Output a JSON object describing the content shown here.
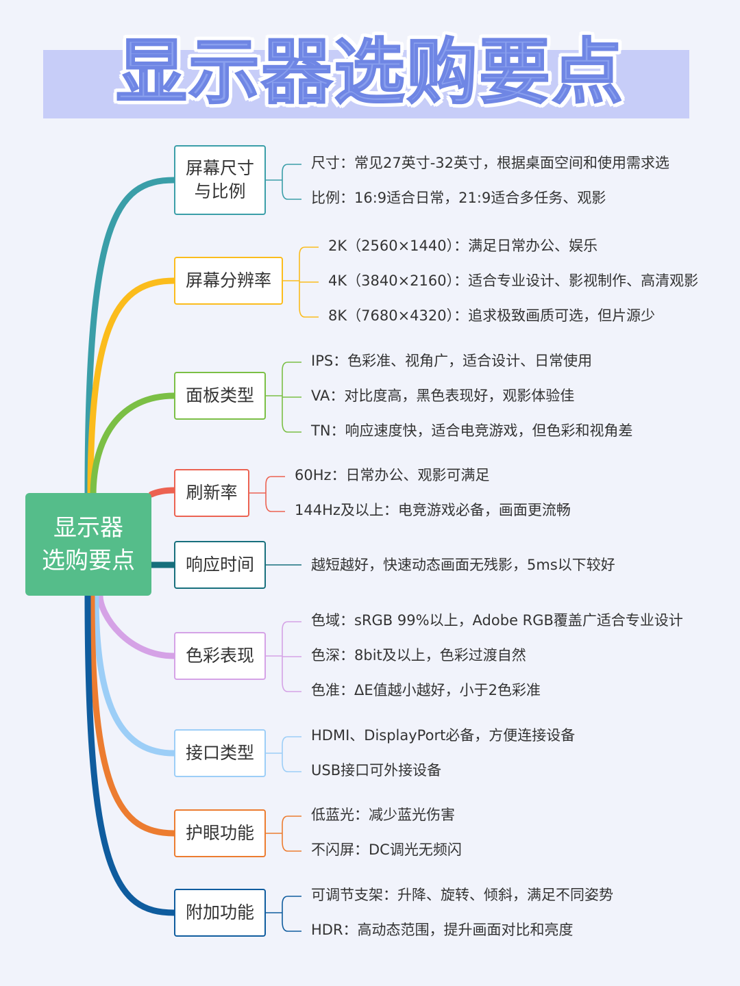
{
  "title": "显示器选购要点",
  "root": {
    "line1": "显示器",
    "line2": "选购要点",
    "color": "#55bd8a"
  },
  "branches": [
    {
      "label1": "屏幕尺寸",
      "label2": "与比例",
      "color": "#3a9ea8",
      "items": [
        "尺寸：常见27英寸-32英寸，根据桌面空间和使用需求选",
        "比例：16:9适合日常，21:9适合多任务、观影"
      ]
    },
    {
      "label1": "屏幕分辨率",
      "label2": "",
      "color": "#fbbc1c",
      "items": [
        "2K（2560×1440）：满足日常办公、娱乐",
        "4K（3840×2160）：适合专业设计、影视制作、高清观影",
        "8K（7680×4320）：追求极致画质可选，但片源少"
      ]
    },
    {
      "label1": "面板类型",
      "label2": "",
      "color": "#7bbf45",
      "items": [
        "IPS：色彩准、视角广，适合设计、日常使用",
        "VA：对比度高，黑色表现好，观影体验佳",
        "TN：响应速度快，适合电竞游戏，但色彩和视角差"
      ]
    },
    {
      "label1": "刷新率",
      "label2": "",
      "color": "#ec6251",
      "items": [
        "60Hz：日常办公、观影可满足",
        "144Hz及以上：电竞游戏必备，画面更流畅"
      ]
    },
    {
      "label1": "响应时间",
      "label2": "",
      "color": "#176f7c",
      "items": [
        "越短越好，快速动态画面无残影，5ms以下较好"
      ]
    },
    {
      "label1": "色彩表现",
      "label2": "",
      "color": "#d5a2e6",
      "items": [
        "色域：sRGB 99%以上，Adobe RGB覆盖广适合专业设计",
        "色深：8bit及以上，色彩过渡自然",
        "色准：ΔE值越小越好，小于2色彩准"
      ]
    },
    {
      "label1": "接口类型",
      "label2": "",
      "color": "#9ccef7",
      "items": [
        "HDMI、DisplayPort必备，方便连接设备",
        "USB接口可外接设备"
      ]
    },
    {
      "label1": "护眼功能",
      "label2": "",
      "color": "#ec7c30",
      "items": [
        "低蓝光：减少蓝光伤害",
        "不闪屏：DC调光无频闪"
      ]
    },
    {
      "label1": "附加功能",
      "label2": "",
      "color": "#0f5c9e",
      "items": [
        "可调节支架：升降、旋转、倾斜，满足不同姿势",
        "HDR：高动态范围，提升画面对比和亮度"
      ]
    }
  ]
}
